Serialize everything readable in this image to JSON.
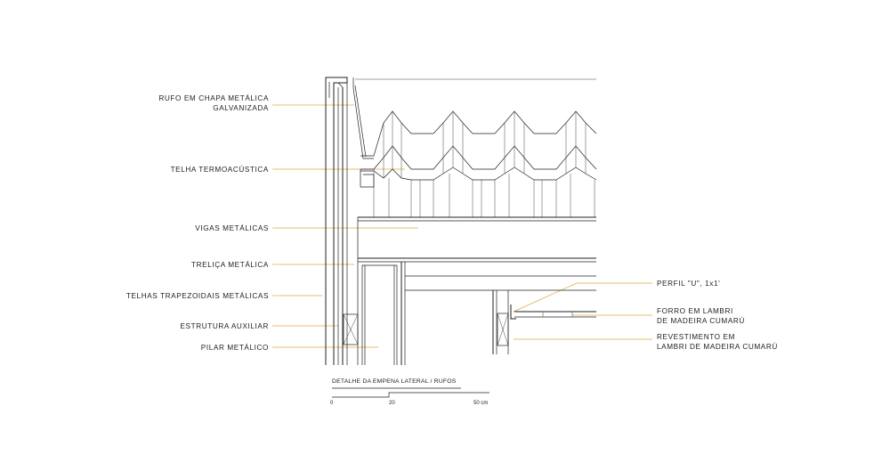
{
  "drawing": {
    "title": "DETALHE DA EMPENA LATERAL / RUFOS",
    "scale": {
      "start": "0",
      "mid": "20",
      "end": "50 cm"
    },
    "leader_color": "#e0a640",
    "line_color": "#222222"
  },
  "labels_left": [
    {
      "lines": [
        "RUFO EM CHAPA METÁLICA",
        "GALVANIZADA"
      ]
    },
    {
      "lines": [
        "TELHA TERMOACÚSTICA"
      ]
    },
    {
      "lines": [
        "VIGAS METÁLICAS"
      ]
    },
    {
      "lines": [
        "TRELIÇA METÁLICA"
      ]
    },
    {
      "lines": [
        "TELHAS TRAPEZOIDAIS METÁLICAS"
      ]
    },
    {
      "lines": [
        "ESTRUTURA AUXILIAR"
      ]
    },
    {
      "lines": [
        "PILAR METÁLICO"
      ]
    }
  ],
  "labels_right": [
    {
      "lines": [
        "PERFIL \"U\", 1x1'"
      ]
    },
    {
      "lines": [
        "FORRO EM LAMBRI",
        "DE MADEIRA CUMARÚ"
      ]
    },
    {
      "lines": [
        "REVESTIMENTO EM",
        "LAMBRI DE MADEIRA CUMARÚ"
      ]
    }
  ]
}
